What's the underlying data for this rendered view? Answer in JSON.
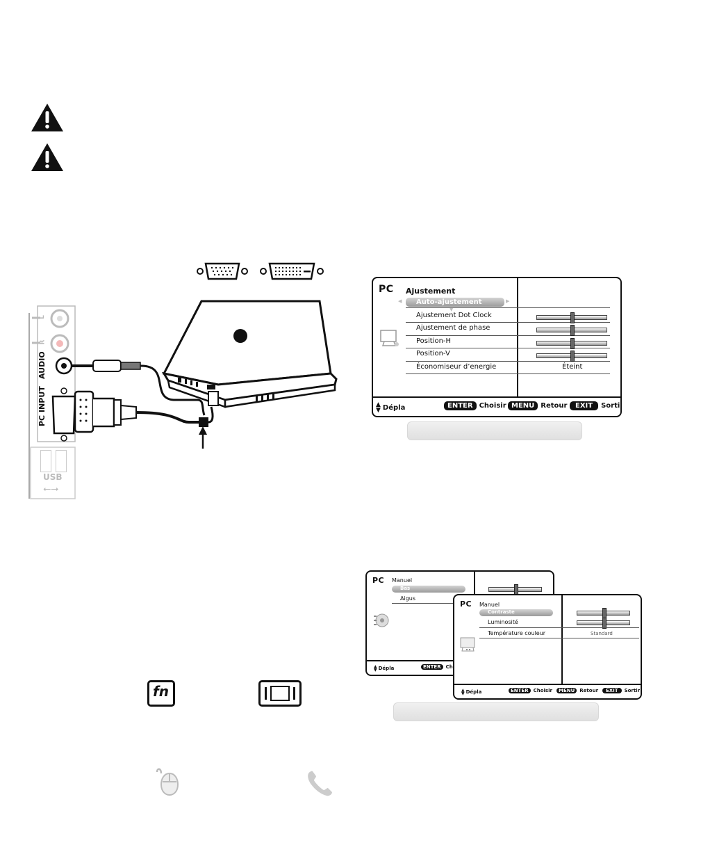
{
  "pc_adjust_menu": {
    "brand": "PC",
    "title": "Ajustement",
    "selected_item": "Auto-ajustement",
    "items": [
      {
        "label": "Ajustement Dot Clock",
        "level": 0.5
      },
      {
        "label": "Ajustement de phase",
        "level": 0.5
      },
      {
        "label": "Position-H",
        "level": 0.5
      },
      {
        "label": "Position-V",
        "level": 0.5
      }
    ],
    "energy_item": {
      "label": "Économiseur d’energie",
      "value": "Éteint"
    },
    "footer": {
      "move": "Dépla",
      "enter_key": "ENTER",
      "enter_label": "Choisir",
      "menu_key": "MENU",
      "menu_label": "Retour",
      "exit_key": "EXIT",
      "exit_label": "Sortir"
    }
  },
  "audio_menu": {
    "brand": "PC",
    "title": "Manuel",
    "selected_item": "Bas",
    "selected_level": 0.5,
    "items": [
      "Aigus"
    ],
    "footer": {
      "move": "Dépla",
      "enter_key": "ENTER",
      "enter_label": "Choisir"
    }
  },
  "picture_menu": {
    "brand": "PC",
    "title": "Manuel",
    "selected_item": "Contraste",
    "selected_level": 0.5,
    "items": [
      {
        "label": "Luminosité",
        "level": 0.5
      },
      {
        "label": "Température couleur",
        "value": "Standard"
      }
    ],
    "footer": {
      "move": "Dépla",
      "enter_key": "ENTER",
      "enter_label": "Choisir",
      "menu_key": "MENU",
      "menu_label": "Retour",
      "exit_key": "EXIT",
      "exit_label": "Sortir"
    }
  },
  "panel": {
    "audio_label": "AUDIO",
    "pc_input_label": "PC INPUT",
    "usb_label": "USB",
    "l_label": "L",
    "r_label": "R"
  },
  "keys": {
    "fn_label": "fn"
  },
  "icons": {
    "warning_1": "warning-triangle-icon",
    "warning_2": "warning-triangle-icon",
    "mouse": "mouse-icon",
    "phone": "phone-icon"
  }
}
